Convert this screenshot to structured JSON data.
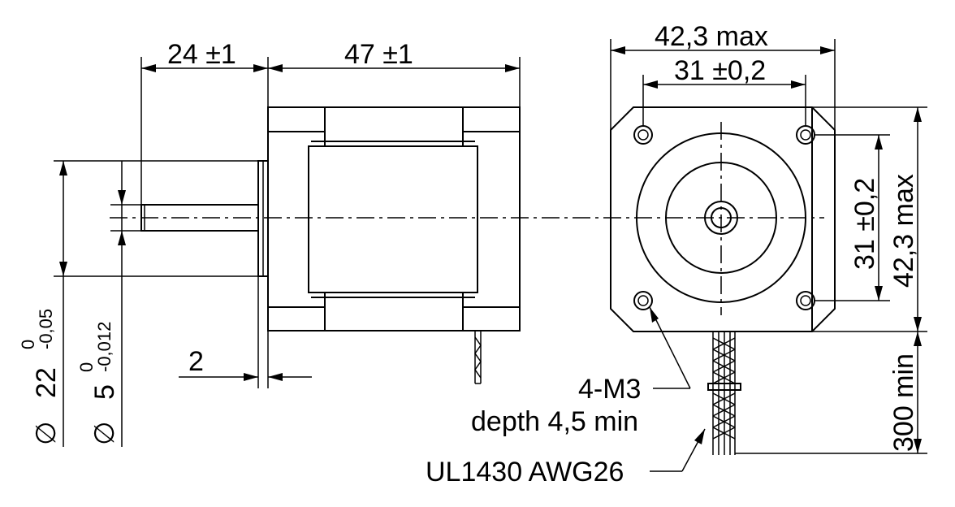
{
  "dimensions": {
    "shaft_length": "24 ±1",
    "body_length": "47 ±1",
    "flange_width": "42,3 max",
    "hole_spacing_h": "31 ±0,2",
    "hole_spacing_v": "31 ±0,2",
    "flange_height": "42,3 max",
    "cable_length": "300 min",
    "flange_thickness": "2",
    "pilot_dia_symbol": "∅",
    "pilot_dia_value": "22",
    "pilot_tol_upper": "0",
    "pilot_tol_lower": "-0,05",
    "shaft_dia_symbol": "∅",
    "shaft_dia_value": "5",
    "shaft_tol_upper": "0",
    "shaft_tol_lower": "-0,012"
  },
  "callouts": {
    "holes_line1": "4-M3",
    "holes_line2": "depth 4,5 min",
    "cable": "UL1430 AWG26"
  }
}
